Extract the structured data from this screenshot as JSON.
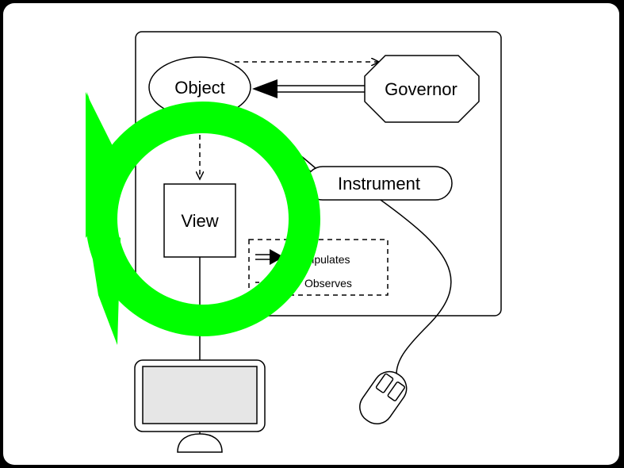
{
  "nodes": {
    "object": "Object",
    "governor": "Governor",
    "view": "View",
    "instrument": "Instrument"
  },
  "legend": {
    "manipulates": "Manipulates",
    "observes": "Observes"
  },
  "colors": {
    "background": "#000000",
    "card": "#ffffff",
    "stroke": "#000000",
    "screen": "#e6e6e6",
    "overlay_ring": "#00ff00"
  },
  "icons": [
    "monitor-icon",
    "mouse-icon",
    "refresh-ring-icon"
  ]
}
